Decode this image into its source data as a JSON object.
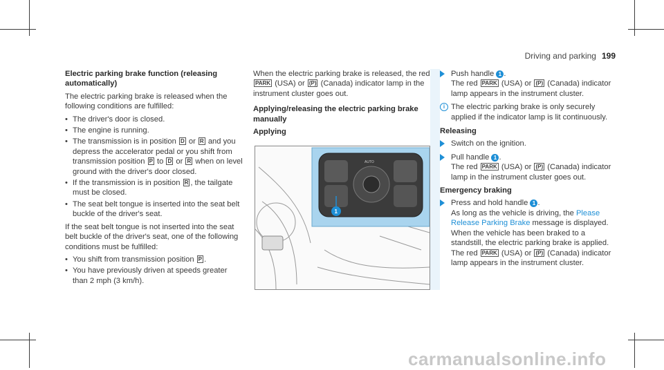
{
  "header": {
    "section": "Driving and parking",
    "page": "199"
  },
  "col1": {
    "heading": "Electric parking brake function (releasing automatically)",
    "intro": "The electric parking brake is released when the following conditions are fulfilled:",
    "conditions": [
      "The driver's door is closed.",
      "The engine is running.",
      "The transmission is in position",
      "If the transmission is in position",
      "The seat belt tongue is inserted into the seat belt buckle of the driver's seat."
    ],
    "c3_a": "or",
    "c3_b": "and you depress the accelerator pedal or you shift from transmission position",
    "c3_c": "to",
    "c3_d": "or",
    "c3_e": "when on level ground with the driver's door closed.",
    "c4_b": ", the tailgate must be closed.",
    "keys": {
      "D": "D",
      "R": "R",
      "P": "P"
    },
    "para2": "If the seat belt tongue is not inserted into the seat belt buckle of the driver's seat, one of the following conditions must be fulfilled:",
    "conditions2_a": "You shift from transmission position",
    "conditions2_b": "You have previously driven at speeds greater than 2 mph (3 km/h)."
  },
  "col2": {
    "intro": "When the electric parking brake is released, the red",
    "intro_b": "(USA) or",
    "intro_c": "(Canada) indicator lamp in the instrument cluster goes out.",
    "park_key": "PARK",
    "heading": "Applying/releasing the electric parking brake manually",
    "subheading": "Applying",
    "figure": {
      "auto_label": "AUTO",
      "callout": "1"
    }
  },
  "col3": {
    "apply_step_a": "Push handle",
    "apply_step_b": ".",
    "apply_note_a": "The red",
    "apply_note_b": "(USA) or",
    "apply_note_c": "(Canada) indicator lamp appears in the instrument cluster.",
    "info": "The electric parking brake is only securely applied if the indicator lamp is lit continuously.",
    "releasing": "Releasing",
    "rel_step1": "Switch on the ignition.",
    "rel_step2_a": "Pull handle",
    "rel_step2_b": ".",
    "rel_note_a": "The red",
    "rel_note_b": "(USA) or",
    "rel_note_c": "(Canada) indicator lamp in the instrument cluster goes out.",
    "emergency": "Emergency braking",
    "em_step_a": "Press and hold handle",
    "em_step_b": ".",
    "em_note_a": "As long as the vehicle is driving, the",
    "em_link": "Please Release Parking Brake",
    "em_note_b": "message is displayed.",
    "em_note2_a": "When the vehicle has been braked to a standstill, the electric parking brake is applied. The red",
    "em_note2_b": "(USA) or",
    "em_note2_c": "(Canada) indicator lamp appears in the instrument cluster.",
    "num": "1",
    "park_key": "PARK",
    "canada_key": "(P)"
  },
  "watermark": "carmanualsonline.info",
  "colors": {
    "accent": "#1e8fd6",
    "figure_highlight": "#a9d4ee"
  }
}
